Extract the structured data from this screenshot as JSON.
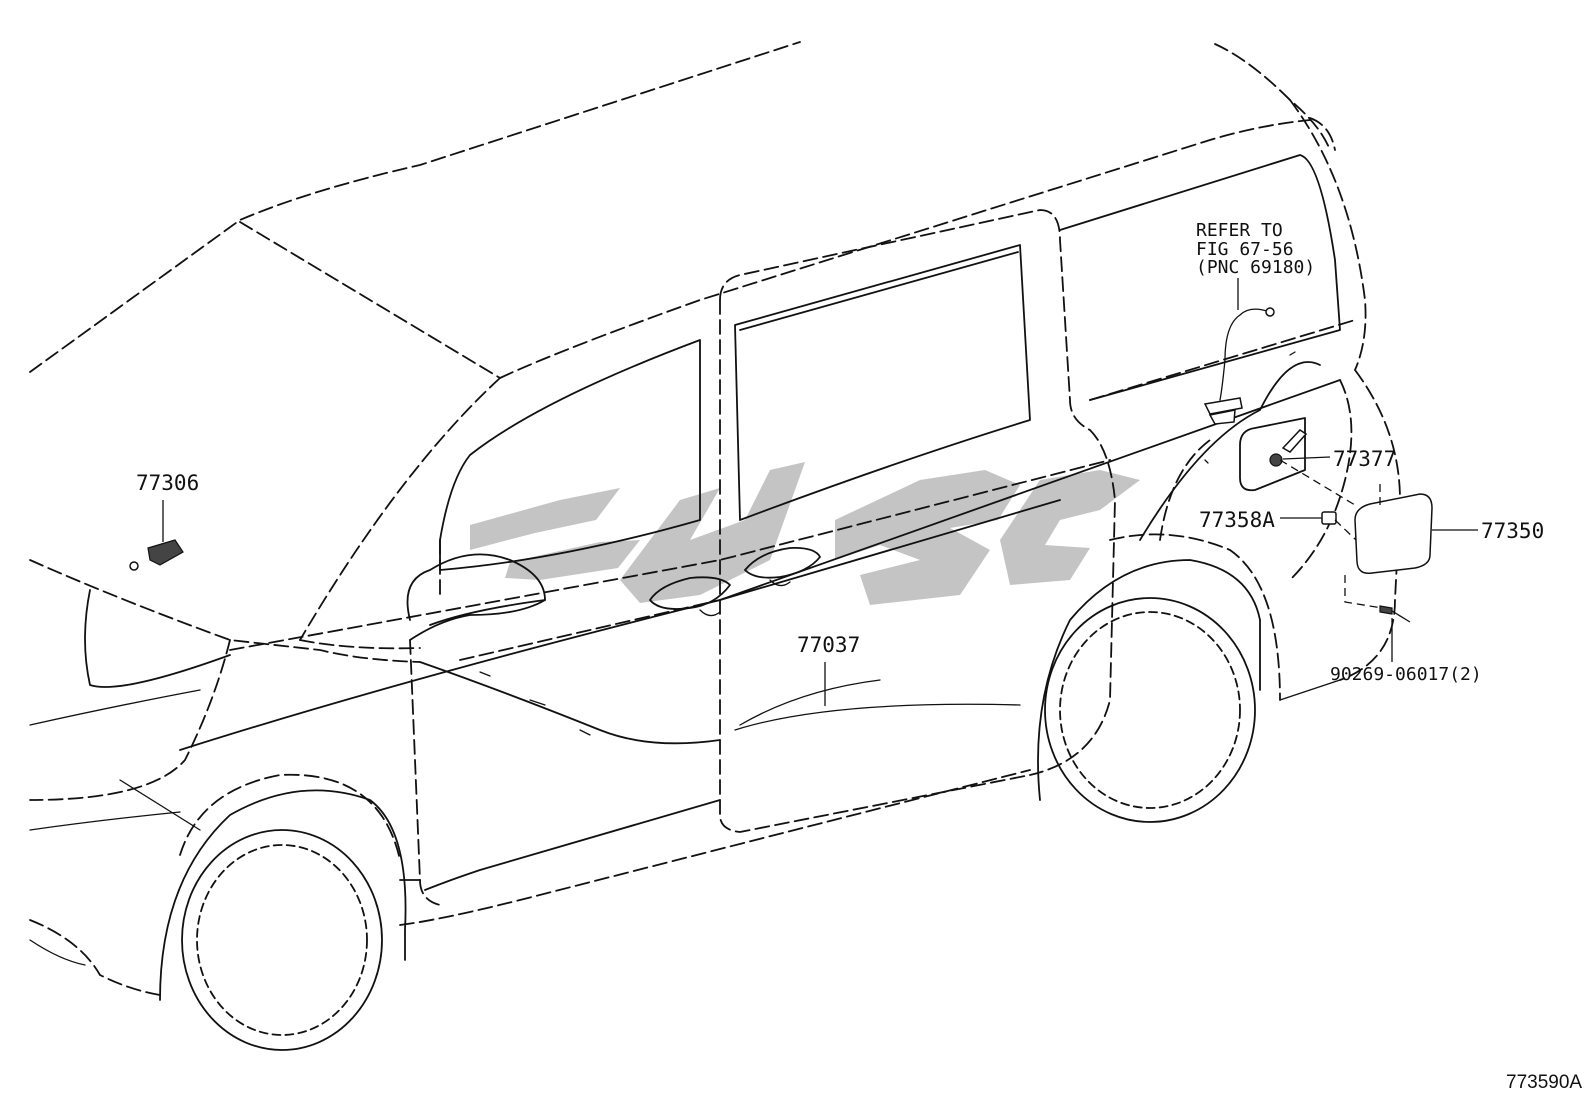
{
  "callouts": {
    "p77306": "77306",
    "p77377": "77377",
    "p77358a": "77358A",
    "p77350": "77350",
    "p77037": "77037",
    "p90269": "90269-06017(2)"
  },
  "reference": {
    "line1": "REFER TO",
    "line2": "FIG 67-56",
    "line3": "(PNC 69180)"
  },
  "figure_code": "773590A",
  "colors": {
    "line": "#111111",
    "watermark": "#c4c4c4",
    "background": "#ffffff"
  }
}
